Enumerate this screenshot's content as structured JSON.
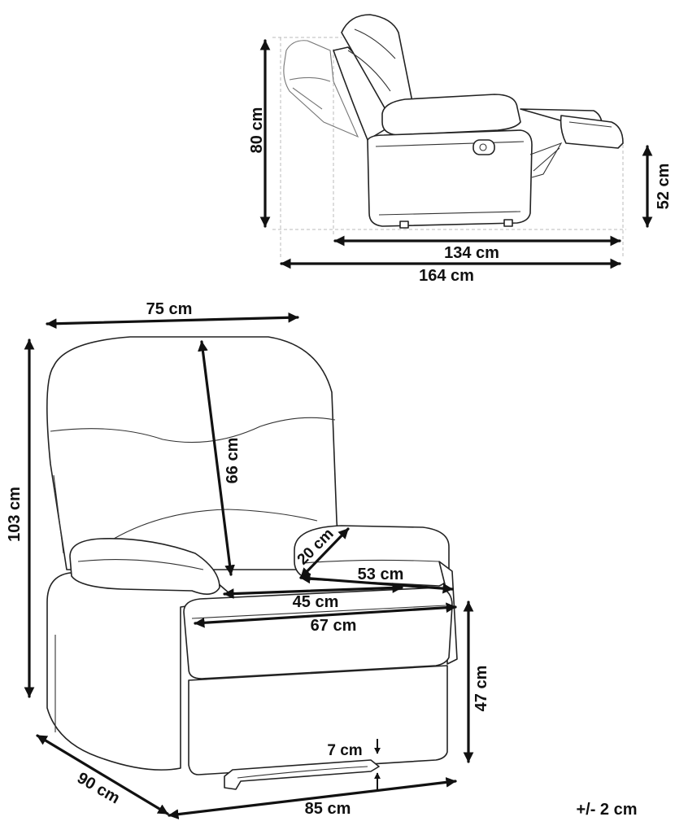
{
  "side_view": {
    "height_label": "80 cm",
    "footrest_height_label": "52 cm",
    "reclined_depth_label": "134 cm",
    "full_depth_label": "164 cm"
  },
  "front_view": {
    "width_label": "75 cm",
    "total_height_label": "103 cm",
    "backrest_height_label": "66 cm",
    "armrest_width_label": "20 cm",
    "seat_depth_label": "53 cm",
    "seat_width_label": "45 cm",
    "inner_width_label": "67 cm",
    "seat_height_label": "47 cm",
    "clearance_label": "7 cm",
    "depth_label": "90 cm",
    "base_width_label": "85 cm"
  },
  "tolerance_label": "+/- 2 cm",
  "colors": {
    "outline": "#222222",
    "dimension": "#111111",
    "guide": "#bbbbbb"
  }
}
